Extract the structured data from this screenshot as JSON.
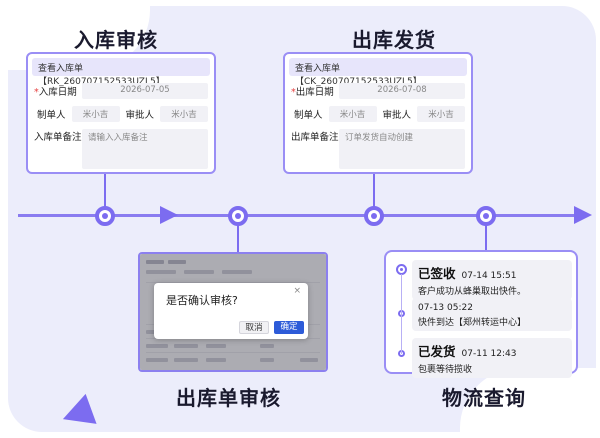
{
  "sections": {
    "inbound_review": "入库审核",
    "outbound_ship": "出库发货",
    "outbound_review": "出库单审核",
    "logistics_query": "物流查询"
  },
  "inbound_card": {
    "header": "查看入库单【RK_260707152533UZL5】",
    "date_label": "入库日期",
    "date_value": "2026-07-05",
    "creator_label": "制单人",
    "creator_value": "米小吉",
    "approver_label": "审批人",
    "approver_value": "米小吉",
    "remark_label": "入库单备注",
    "remark_placeholder": "请输入入库备注"
  },
  "outbound_card": {
    "header": "查看入库单【CK_260707152533UZL5】",
    "date_label": "出库日期",
    "date_value": "2026-07-08",
    "creator_label": "制单人",
    "creator_value": "米小吉",
    "approver_label": "审批人",
    "approver_value": "米小吉",
    "remark_label": "出库单备注",
    "remark_placeholder": "订单发货自动创建"
  },
  "confirm_dialog": {
    "message": "是否确认审核?",
    "close": "×",
    "cancel_label": "取消",
    "ok_label": "确定"
  },
  "tracking": [
    {
      "status": "已签收",
      "time": "07-14 15:51",
      "desc": "客户成功从蜂巢取出快件。"
    },
    {
      "status": "",
      "time": "07-13 05:22",
      "desc": "快件到达【郑州转运中心】"
    },
    {
      "status": "已发货",
      "time": "07-11 12:43",
      "desc": "包裹等待揽收"
    }
  ],
  "colors": {
    "accent": "#7c6cf0",
    "panel_bg": "#ecedfb",
    "primary_button": "#2d5bd8"
  }
}
